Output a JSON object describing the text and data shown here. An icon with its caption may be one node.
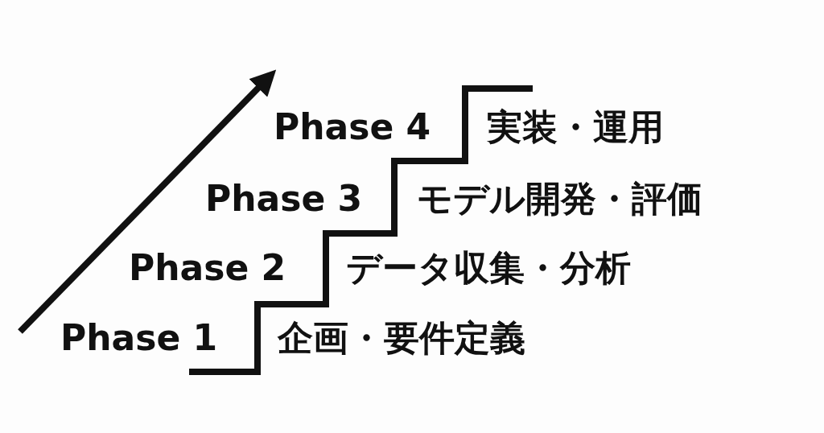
{
  "diagram": {
    "labels": [
      "Phase 4",
      "実装・運用",
      "Phase 3",
      "モデル開発・評価",
      "Phase 2",
      "データ収集・分析",
      "Phase 1",
      "企画・要件定義"
    ]
  }
}
